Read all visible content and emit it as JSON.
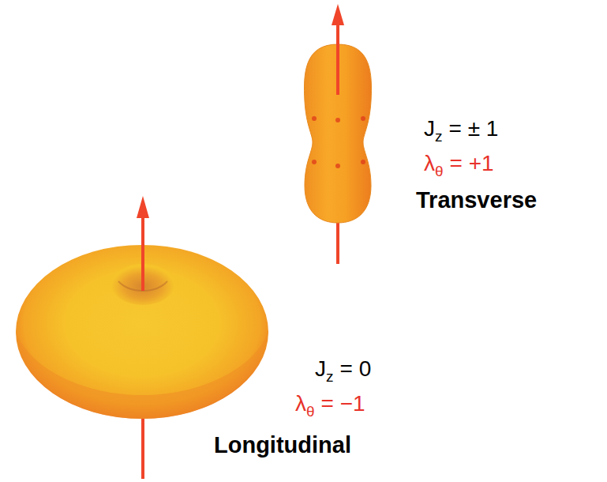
{
  "diagram": {
    "labels": [
      "J",
      "z",
      "= ± 1",
      "λ",
      "θ",
      "= +1",
      "Transverse",
      "J",
      "z",
      "= 0",
      "λ",
      "θ",
      "= −1",
      "Longitudinal"
    ]
  }
}
